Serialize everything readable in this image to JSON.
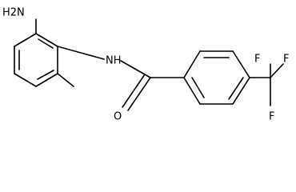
{
  "molecule": {
    "labels": {
      "amine": "H2N",
      "amide_nh": "NH",
      "carbonyl_o": "O",
      "f_top_left": "F",
      "f_top_right": "F",
      "f_bottom": "F"
    }
  },
  "colors": {
    "ink": "#000000",
    "background": "#ffffff"
  }
}
